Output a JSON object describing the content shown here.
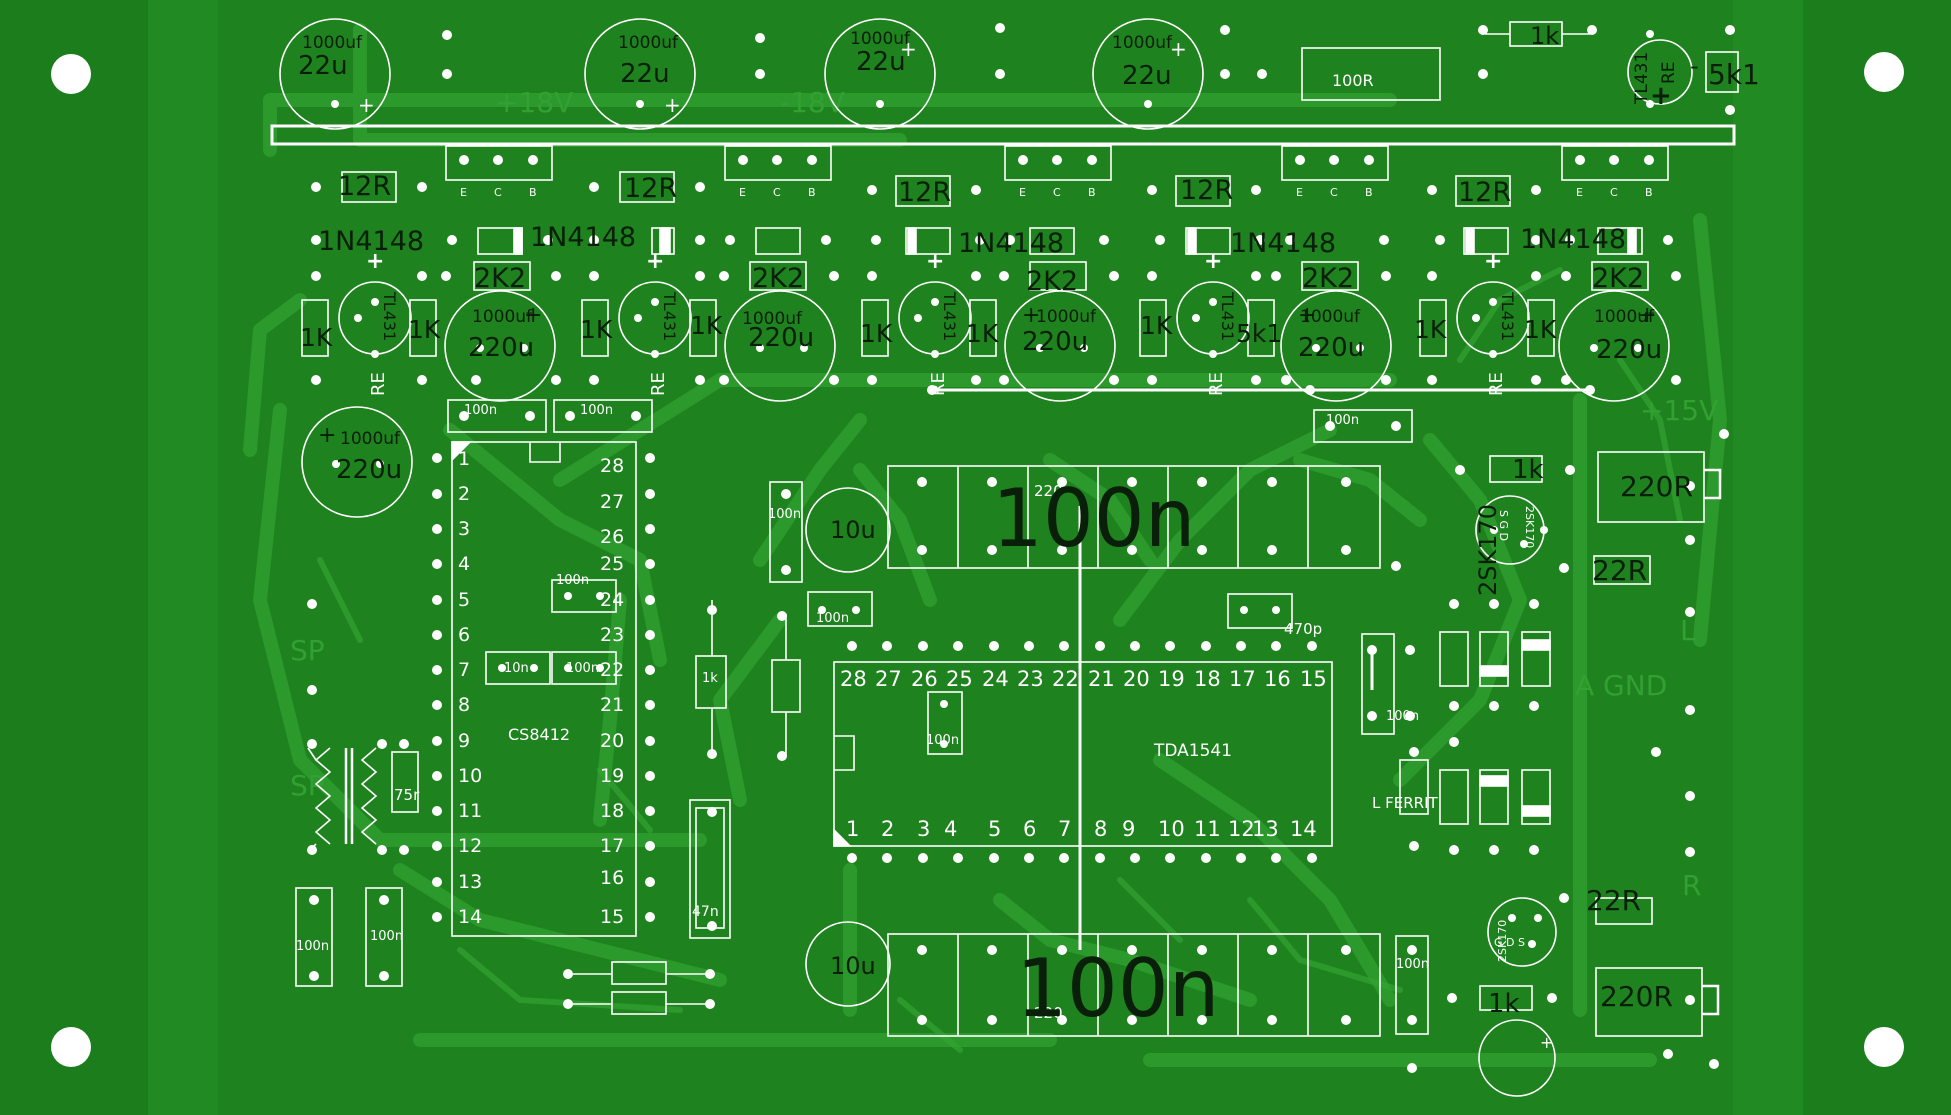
{
  "colors": {
    "board": "#1b7d1b",
    "border": "#158015",
    "inner": "#228a22",
    "trace": "#2b9a2b",
    "silk": "#ffffff",
    "dark_text": "#0a1f0a",
    "pad": "#ffffff"
  },
  "top_caps": [
    {
      "value": "1000uf",
      "sub": "22u"
    },
    {
      "value": "1000uf",
      "sub": "22u"
    },
    {
      "value": "1000uf",
      "sub": "22u"
    },
    {
      "value": "1000uf",
      "sub": "22u"
    }
  ],
  "top_misc": {
    "res_100r": "100R",
    "res_1k": "1k",
    "tl431": "TL431",
    "re": "RE",
    "res_5k1": "5k1",
    "plus": "+",
    "minus": "-",
    "ghost_18v_a": "+18V",
    "ghost_18v_b": "-18V",
    "ghost_15v": "+15V"
  },
  "regulators": [
    {
      "r12": "12R",
      "diode": "1N4148",
      "r2k2": "2K2",
      "r1k_a": "1K",
      "r1k_b": "1K",
      "tl": "TL431",
      "re": "RE",
      "cap": "1000uf",
      "cap_sub": "220u"
    },
    {
      "r12": "12R",
      "diode": "1N4148",
      "r2k2": "2K2",
      "r1k_a": "1K",
      "r1k_b": "1K",
      "tl": "TL431",
      "re": "RE",
      "cap": "1000uf",
      "cap_sub": "220u"
    },
    {
      "r12": "12R",
      "diode": "1N4148",
      "r2k2": "2K2",
      "r1k_a": "1K",
      "r1k_b": "1K",
      "tl": "TL431",
      "re": "RE",
      "cap": "1000uf",
      "cap_sub": "220u"
    },
    {
      "r12": "12R",
      "diode": "1N4148",
      "r2k2": "2K2",
      "r1k_a": "1K",
      "r1k_b": "5k1",
      "tl": "TL431",
      "re": "RE",
      "cap": "1000uf",
      "cap_sub": "220u"
    },
    {
      "r12": "12R",
      "diode": "1N4148",
      "r2k2": "2K2",
      "r1k_a": "1K",
      "r1k_b": "1K",
      "tl": "TL431",
      "re": "RE",
      "cap": "1000uf",
      "cap_sub": "220u"
    }
  ],
  "bce": [
    "E",
    "C",
    "B"
  ],
  "left_cap": {
    "value": "1000uf",
    "sub": "220u"
  },
  "small_caps": {
    "c100n": "100n",
    "c10n": "10n",
    "c47n": "47n",
    "c10u": "10u",
    "c470p": "470p",
    "c220": "220",
    "r75": "75r",
    "r1k": "1k"
  },
  "cs8412": {
    "name": "CS8412",
    "left_pins": [
      "1",
      "2",
      "3",
      "4",
      "5",
      "6",
      "7",
      "8",
      "9",
      "10",
      "11",
      "12",
      "13",
      "14"
    ],
    "right_pins": [
      "28",
      "27",
      "26",
      "25",
      "24",
      "23",
      "22",
      "21",
      "20",
      "19",
      "18",
      "17",
      "16",
      "15"
    ]
  },
  "tda1541": {
    "name": "TDA1541",
    "top_pins": [
      "28",
      "27",
      "26",
      "25",
      "24",
      "23",
      "22",
      "21",
      "20",
      "19",
      "18",
      "17",
      "16",
      "15"
    ],
    "bottom_pins": [
      "1",
      "2",
      "3",
      "4",
      "5",
      "6",
      "7",
      "8",
      "9",
      "10",
      "11",
      "12",
      "13",
      "14"
    ]
  },
  "big_caps": {
    "top": "100n",
    "bottom": "100n"
  },
  "output": {
    "q1": "2SK170",
    "q1_pins": "S G D",
    "q2": "2SK170",
    "q2_pins": "G D S",
    "r220_a": "220R",
    "r220_b": "220R",
    "r22_a": "22R",
    "r22_b": "22R",
    "r1k_a": "1k",
    "r1k_b": "1k",
    "ferrit": "L FERRIT"
  },
  "ghost_labels": {
    "sp1": "SP",
    "sp2": "SP",
    "l": "L",
    "agnd": "A GND",
    "r": "R"
  }
}
